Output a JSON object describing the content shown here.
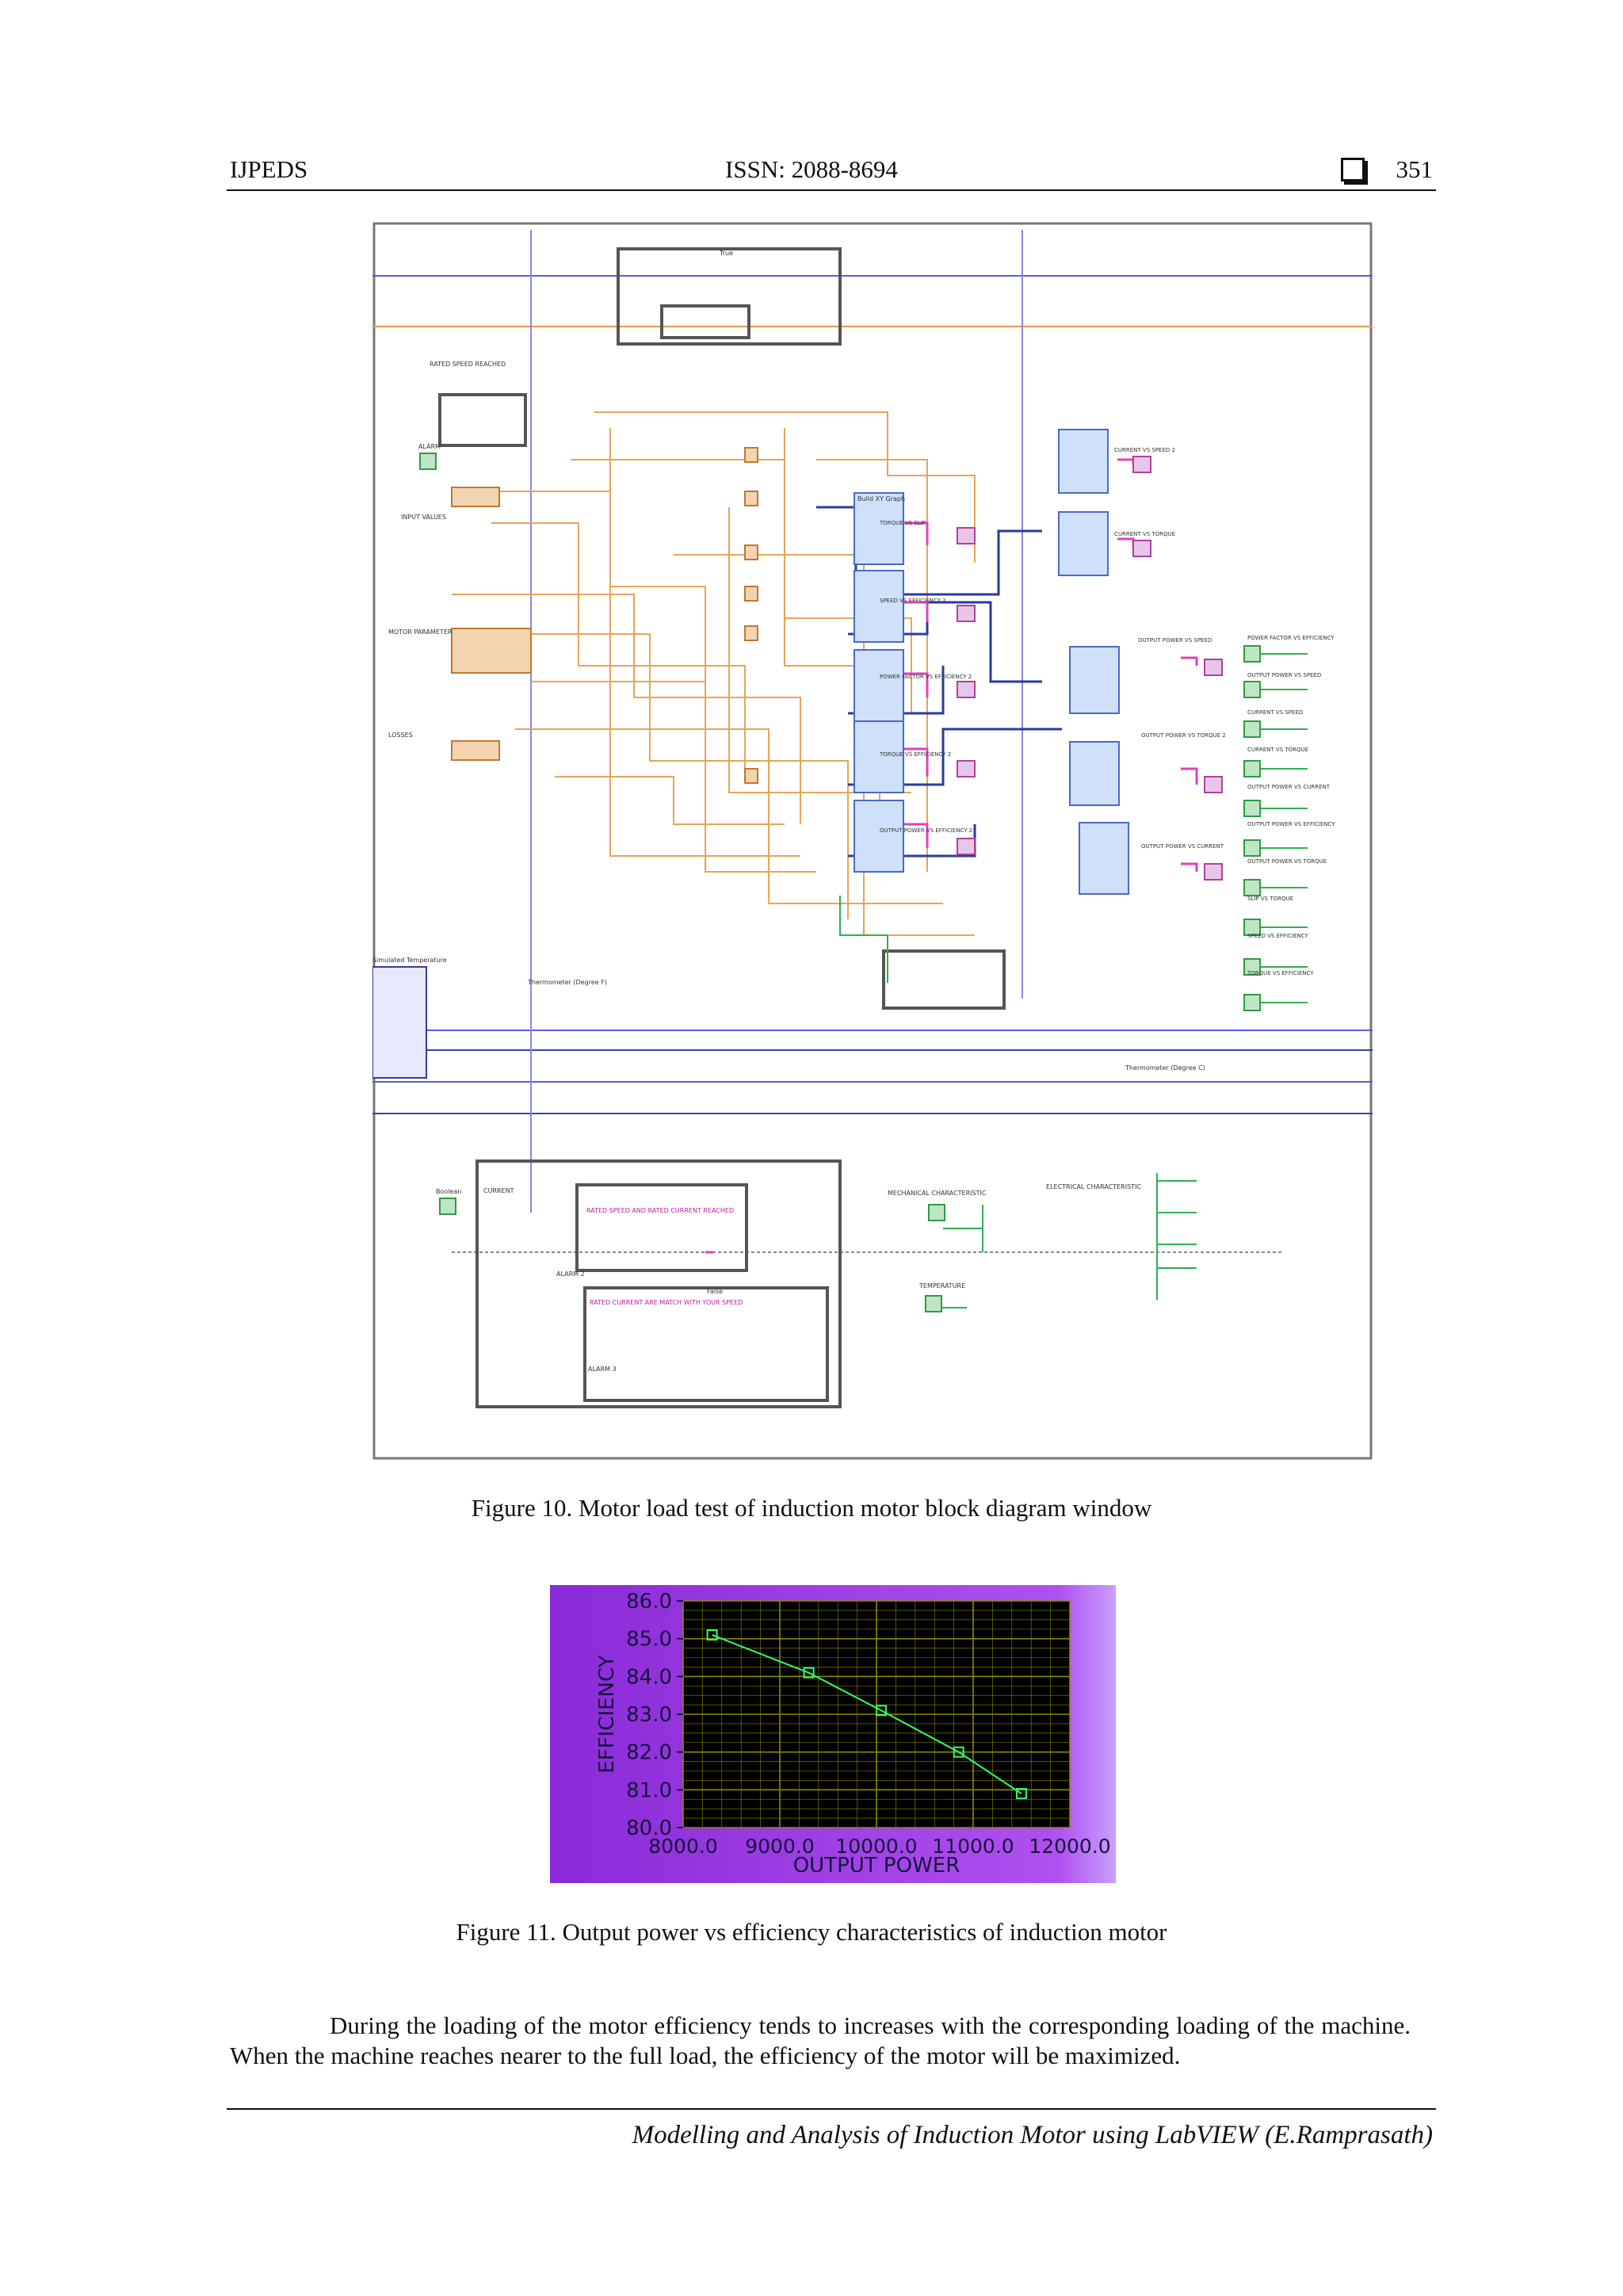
{
  "header": {
    "journal": "IJPEDS",
    "issn": "ISSN: 2088-8694",
    "page_number": "351"
  },
  "figure10": {
    "caption": "Figure 10. Motor load test of induction motor block diagram window",
    "labels": {
      "rated_speed": "RATED SPEED REACHED",
      "alarm": "ALARM",
      "input_values": "INPUT VALUES",
      "motor_parameter": "MOTOR PARAMETER",
      "losses": "LOSSES",
      "simulated_temperature": "Simulated Temperature",
      "thermometer_f": "Thermometer (Degree F)",
      "thermometer_c": "Thermometer (Degree C)",
      "boolean": "Boolean",
      "current": "CURRENT",
      "alarm2": "ALARM 2",
      "alarm3": "ALARM 3",
      "rated_speed_current": "RATED SPEED AND RATED CURRENT REACHED",
      "rated_current_mismatch": "RATED CURRENT ARE MATCH WITH YOUR SPEED",
      "mechanical": "MECHANICAL CHARACTERISTIC",
      "electrical": "ELECTRICAL CHARACTERISTIC",
      "temperature": "TEMPERATURE",
      "build_xy": "Build XY Graph",
      "true_case": "True",
      "false_case": "False"
    },
    "graph_labels": [
      "TORQUE VS SLIP",
      "SPEED VS EFFICIENCY 2",
      "POWER FACTOR VS EFFICIENCY 2",
      "TORQUE VS EFFICIENCY 2",
      "OUTPUT POWER VS EFFICIENCY 2",
      "CURRENT VS SPEED 2",
      "CURRENT VS TORQUE",
      "OUTPUT POWER VS SPEED",
      "OUTPUT POWER VS TORQUE 2",
      "OUTPUT POWER VS CURRENT"
    ],
    "right_list": [
      "POWER FACTOR VS EFFICIENCY",
      "OUTPUT POWER VS SPEED",
      "CURRENT VS SPEED",
      "CURRENT VS TORQUE",
      "OUTPUT POWER VS CURRENT",
      "OUTPUT POWER VS EFFICIENCY",
      "OUTPUT POWER VS TORQUE",
      "SLIP VS TORQUE",
      "SPEED VS EFFICIENCY",
      "TORQUE VS EFFICIENCY"
    ]
  },
  "figure11": {
    "caption": "Figure 11. Output power vs efficiency characteristics of induction motor",
    "background_color": "#a040e8",
    "plot_background": "#000000",
    "grid_color": "#8a8a00",
    "line_color": "#33ff66"
  },
  "chart_data": {
    "type": "line",
    "title": "",
    "xlabel": "OUTPUT POWER",
    "ylabel": "EFFICIENCY",
    "xlim": [
      8000,
      12000
    ],
    "ylim": [
      80,
      86
    ],
    "x_ticks": [
      "8000.0",
      "9000.0",
      "10000.0",
      "11000.0",
      "12000.0"
    ],
    "y_ticks": [
      "80.0",
      "81.0",
      "82.0",
      "83.0",
      "84.0",
      "85.0",
      "86.0"
    ],
    "grid": true,
    "series": [
      {
        "x": [
          8300,
          9300,
          10050,
          10850,
          11500
        ],
        "y": [
          85.1,
          84.1,
          83.1,
          82.0,
          80.9
        ]
      }
    ]
  },
  "body": {
    "paragraph": "During the loading of the motor efficiency tends to increases with the corresponding loading of the machine. When the machine reaches nearer to the full load, the efficiency of the motor will be maximized."
  },
  "footer": {
    "text": "Modelling and Analysis of Induction Motor using LabVIEW (E.Ramprasath)"
  }
}
